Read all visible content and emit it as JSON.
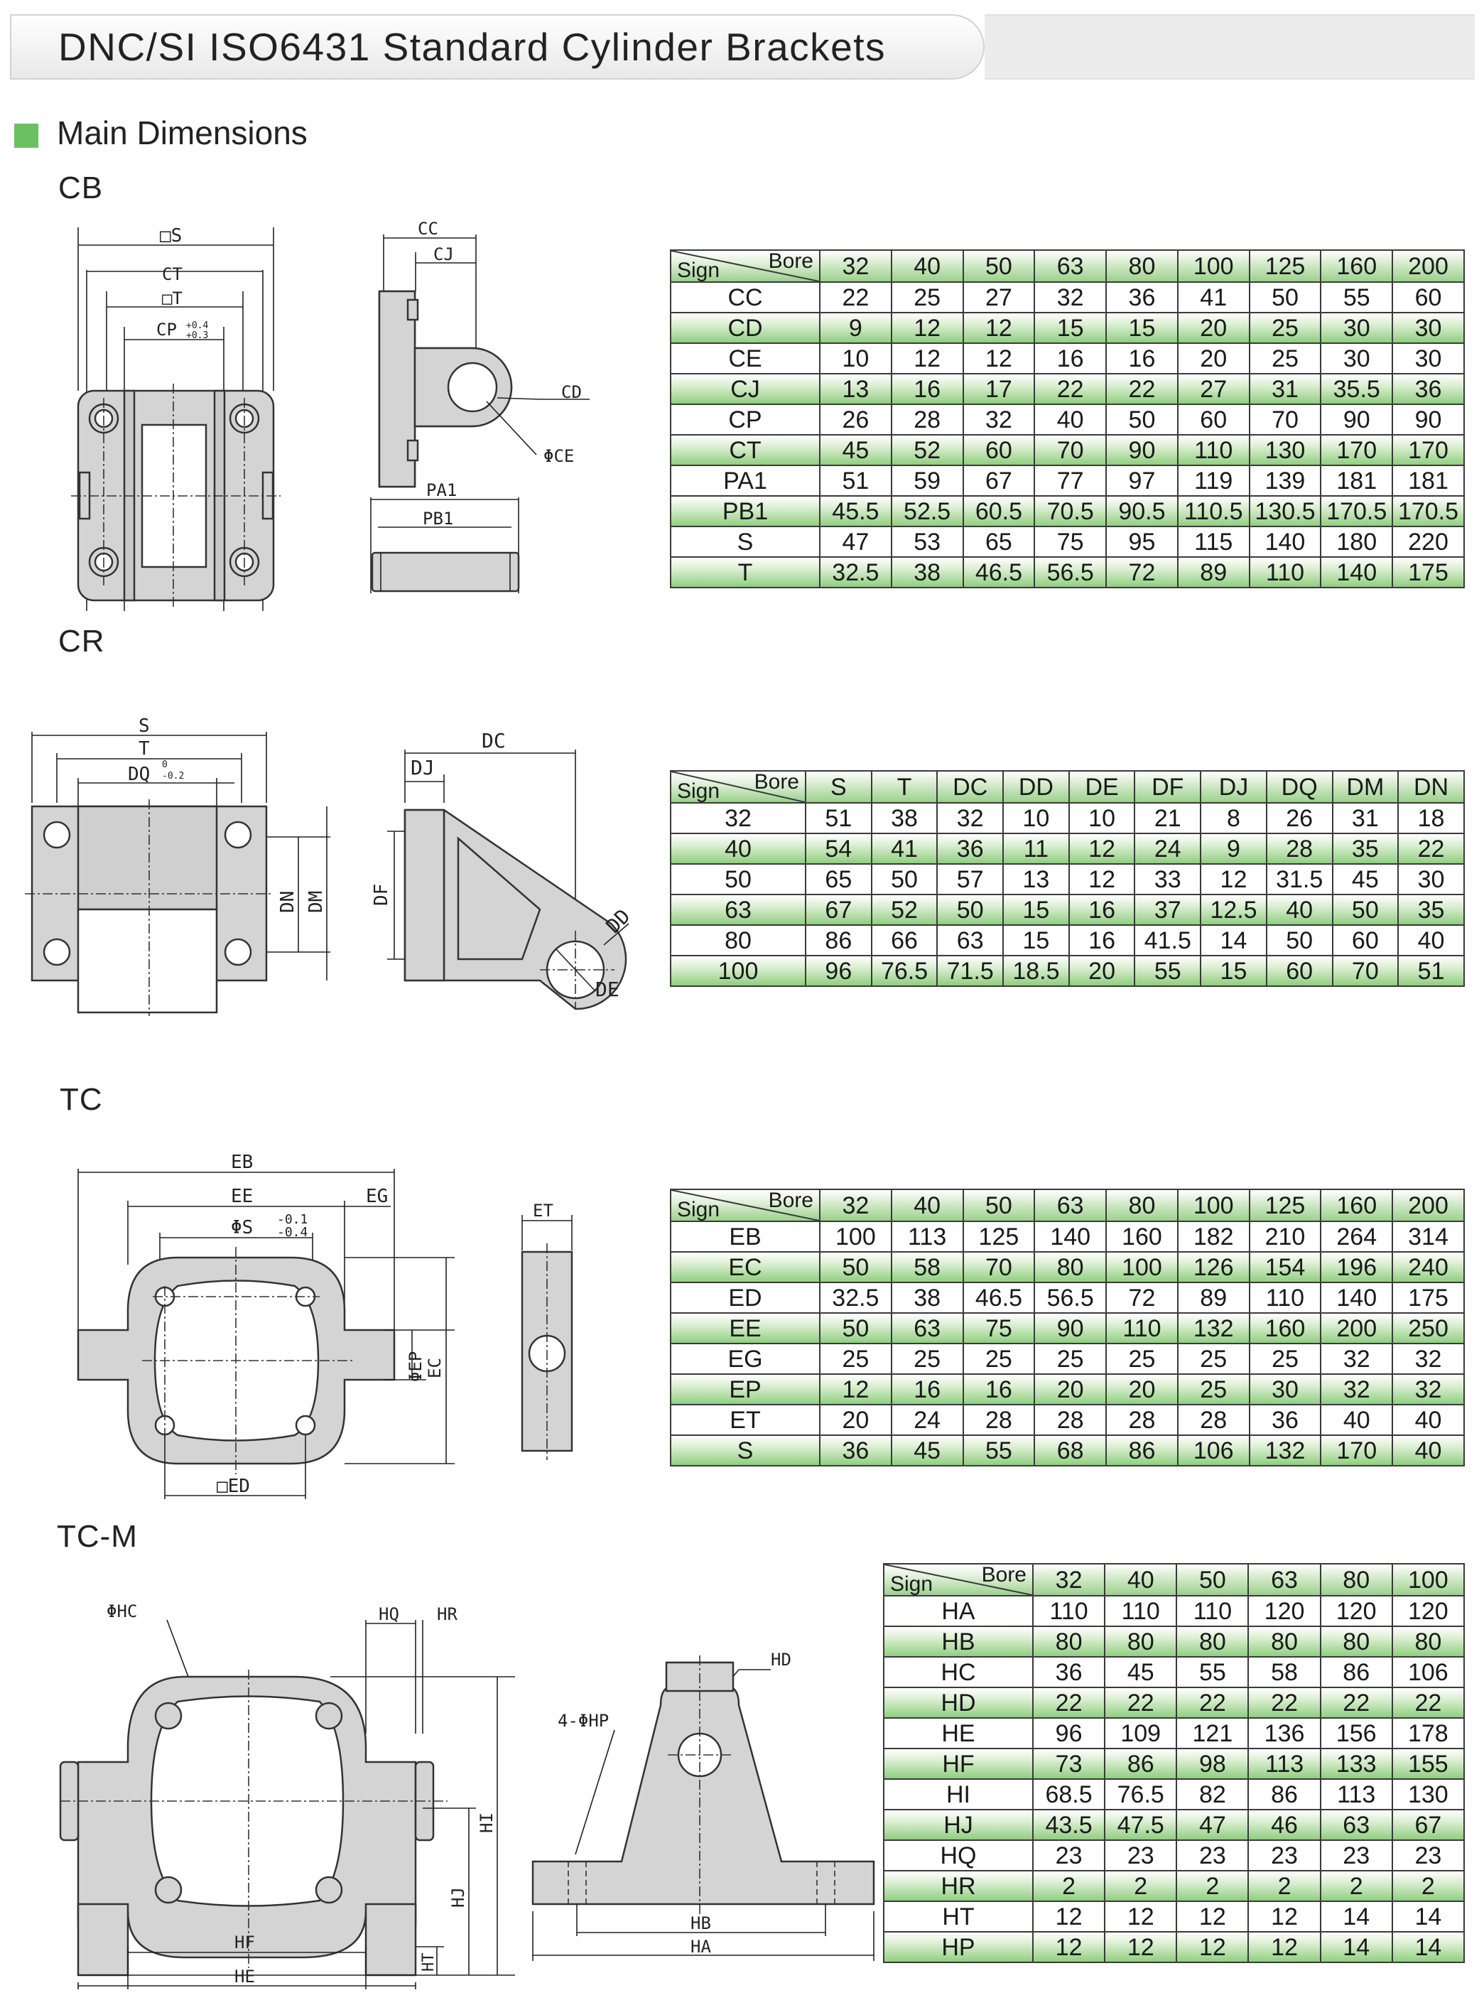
{
  "title": "DNC/SI ISO6431 Standard Cylinder Brackets",
  "main_heading": "Main Dimensions",
  "corner": {
    "bore": "Bore",
    "sign": "Sign"
  },
  "sections": {
    "cb": {
      "label": "CB",
      "drawing_labels": {
        "s": "□S",
        "ct": "CT",
        "t": "□T",
        "cp": "CP",
        "cp_tol_up": "+0.4",
        "cp_tol_dn": "+0.3",
        "cc": "CC",
        "cj": "CJ",
        "cd": "CD",
        "ce": "ΦCE",
        "pa1": "PA1",
        "pb1": "PB1"
      },
      "headers": [
        "32",
        "40",
        "50",
        "63",
        "80",
        "100",
        "125",
        "160",
        "200"
      ],
      "rows": [
        {
          "sign": "CC",
          "values": [
            "22",
            "25",
            "27",
            "32",
            "36",
            "41",
            "50",
            "55",
            "60"
          ]
        },
        {
          "sign": "CD",
          "values": [
            "9",
            "12",
            "12",
            "15",
            "15",
            "20",
            "25",
            "30",
            "30"
          ]
        },
        {
          "sign": "CE",
          "values": [
            "10",
            "12",
            "12",
            "16",
            "16",
            "20",
            "25",
            "30",
            "30"
          ]
        },
        {
          "sign": "CJ",
          "values": [
            "13",
            "16",
            "17",
            "22",
            "22",
            "27",
            "31",
            "35.5",
            "36"
          ]
        },
        {
          "sign": "CP",
          "values": [
            "26",
            "28",
            "32",
            "40",
            "50",
            "60",
            "70",
            "90",
            "90"
          ]
        },
        {
          "sign": "CT",
          "values": [
            "45",
            "52",
            "60",
            "70",
            "90",
            "110",
            "130",
            "170",
            "170"
          ]
        },
        {
          "sign": "PA1",
          "values": [
            "51",
            "59",
            "67",
            "77",
            "97",
            "119",
            "139",
            "181",
            "181"
          ]
        },
        {
          "sign": "PB1",
          "values": [
            "45.5",
            "52.5",
            "60.5",
            "70.5",
            "90.5",
            "110.5",
            "130.5",
            "170.5",
            "170.5"
          ]
        },
        {
          "sign": "S",
          "values": [
            "47",
            "53",
            "65",
            "75",
            "95",
            "115",
            "140",
            "180",
            "220"
          ]
        },
        {
          "sign": "T",
          "values": [
            "32.5",
            "38",
            "46.5",
            "56.5",
            "72",
            "89",
            "110",
            "140",
            "175"
          ]
        }
      ]
    },
    "cr": {
      "label": "CR",
      "drawing_labels": {
        "s": "S",
        "t": "T",
        "dq": "DQ",
        "dq_tol_up": "0",
        "dq_tol_dn": "-0.2",
        "dn": "DN",
        "dm": "DM",
        "dc": "DC",
        "dj": "DJ",
        "df": "DF",
        "dd": "DD",
        "de": "DE"
      },
      "headers": [
        "S",
        "T",
        "DC",
        "DD",
        "DE",
        "DF",
        "DJ",
        "DQ",
        "DM",
        "DN"
      ],
      "rows": [
        {
          "sign": "32",
          "values": [
            "51",
            "38",
            "32",
            "10",
            "10",
            "21",
            "8",
            "26",
            "31",
            "18"
          ]
        },
        {
          "sign": "40",
          "values": [
            "54",
            "41",
            "36",
            "11",
            "12",
            "24",
            "9",
            "28",
            "35",
            "22"
          ]
        },
        {
          "sign": "50",
          "values": [
            "65",
            "50",
            "57",
            "13",
            "12",
            "33",
            "12",
            "31.5",
            "45",
            "30"
          ]
        },
        {
          "sign": "63",
          "values": [
            "67",
            "52",
            "50",
            "15",
            "16",
            "37",
            "12.5",
            "40",
            "50",
            "35"
          ]
        },
        {
          "sign": "80",
          "values": [
            "86",
            "66",
            "63",
            "15",
            "16",
            "41.5",
            "14",
            "50",
            "60",
            "40"
          ]
        },
        {
          "sign": "100",
          "values": [
            "96",
            "76.5",
            "71.5",
            "18.5",
            "20",
            "55",
            "15",
            "60",
            "70",
            "51"
          ]
        }
      ]
    },
    "tc": {
      "label": "TC",
      "drawing_labels": {
        "eb": "EB",
        "ee": "EE",
        "eg": "EG",
        "s": "ΦS",
        "s_tol_up": "-0.1",
        "s_tol_dn": "-0.4",
        "ep": "ΦEP",
        "ec": "EC",
        "ed": "□ED",
        "et": "ET"
      },
      "headers": [
        "32",
        "40",
        "50",
        "63",
        "80",
        "100",
        "125",
        "160",
        "200"
      ],
      "rows": [
        {
          "sign": "EB",
          "values": [
            "100",
            "113",
            "125",
            "140",
            "160",
            "182",
            "210",
            "264",
            "314"
          ]
        },
        {
          "sign": "EC",
          "values": [
            "50",
            "58",
            "70",
            "80",
            "100",
            "126",
            "154",
            "196",
            "240"
          ]
        },
        {
          "sign": "ED",
          "values": [
            "32.5",
            "38",
            "46.5",
            "56.5",
            "72",
            "89",
            "110",
            "140",
            "175"
          ]
        },
        {
          "sign": "EE",
          "values": [
            "50",
            "63",
            "75",
            "90",
            "110",
            "132",
            "160",
            "200",
            "250"
          ]
        },
        {
          "sign": "EG",
          "values": [
            "25",
            "25",
            "25",
            "25",
            "25",
            "25",
            "25",
            "32",
            "32"
          ]
        },
        {
          "sign": "EP",
          "values": [
            "12",
            "16",
            "16",
            "20",
            "20",
            "25",
            "30",
            "32",
            "32"
          ]
        },
        {
          "sign": "ET",
          "values": [
            "20",
            "24",
            "28",
            "28",
            "28",
            "28",
            "36",
            "40",
            "40"
          ]
        },
        {
          "sign": "S",
          "values": [
            "36",
            "45",
            "55",
            "68",
            "86",
            "106",
            "132",
            "170",
            "40"
          ]
        }
      ]
    },
    "tcm": {
      "label": "TC-M",
      "drawing_labels": {
        "hc": "ΦHC",
        "hq": "HQ",
        "hr": "HR",
        "hi": "HI",
        "hj": "HJ",
        "ht": "HT",
        "hf": "HF",
        "he": "HE",
        "hd": "HD",
        "hp": "4-ΦHP",
        "hb": "HB",
        "ha": "HA"
      },
      "headers": [
        "32",
        "40",
        "50",
        "63",
        "80",
        "100"
      ],
      "rows": [
        {
          "sign": "HA",
          "values": [
            "110",
            "110",
            "110",
            "120",
            "120",
            "120"
          ]
        },
        {
          "sign": "HB",
          "values": [
            "80",
            "80",
            "80",
            "80",
            "80",
            "80"
          ]
        },
        {
          "sign": "HC",
          "values": [
            "36",
            "45",
            "55",
            "58",
            "86",
            "106"
          ]
        },
        {
          "sign": "HD",
          "values": [
            "22",
            "22",
            "22",
            "22",
            "22",
            "22"
          ]
        },
        {
          "sign": "HE",
          "values": [
            "96",
            "109",
            "121",
            "136",
            "156",
            "178"
          ]
        },
        {
          "sign": "HF",
          "values": [
            "73",
            "86",
            "98",
            "113",
            "133",
            "155"
          ]
        },
        {
          "sign": "HI",
          "values": [
            "68.5",
            "76.5",
            "82",
            "86",
            "113",
            "130"
          ]
        },
        {
          "sign": "HJ",
          "values": [
            "43.5",
            "47.5",
            "47",
            "46",
            "63",
            "67"
          ]
        },
        {
          "sign": "HQ",
          "values": [
            "23",
            "23",
            "23",
            "23",
            "23",
            "23"
          ]
        },
        {
          "sign": "HR",
          "values": [
            "2",
            "2",
            "2",
            "2",
            "2",
            "2"
          ]
        },
        {
          "sign": "HT",
          "values": [
            "12",
            "12",
            "12",
            "12",
            "14",
            "14"
          ]
        },
        {
          "sign": "HP",
          "values": [
            "12",
            "12",
            "12",
            "12",
            "14",
            "14"
          ]
        }
      ]
    }
  },
  "colors": {
    "accent_green": "#69c162",
    "row_green": "#8fcf80",
    "border": "#3a3a3a"
  }
}
